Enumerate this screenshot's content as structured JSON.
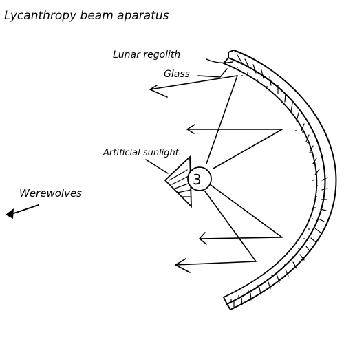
{
  "title": "Lycanthropy beam aparatus",
  "labels": {
    "regolith": "Lunar regolith",
    "glass": "Glass",
    "sunlight": "Artificial sunlight",
    "werewolves": "Werewolves"
  },
  "bulb_mark": "3"
}
